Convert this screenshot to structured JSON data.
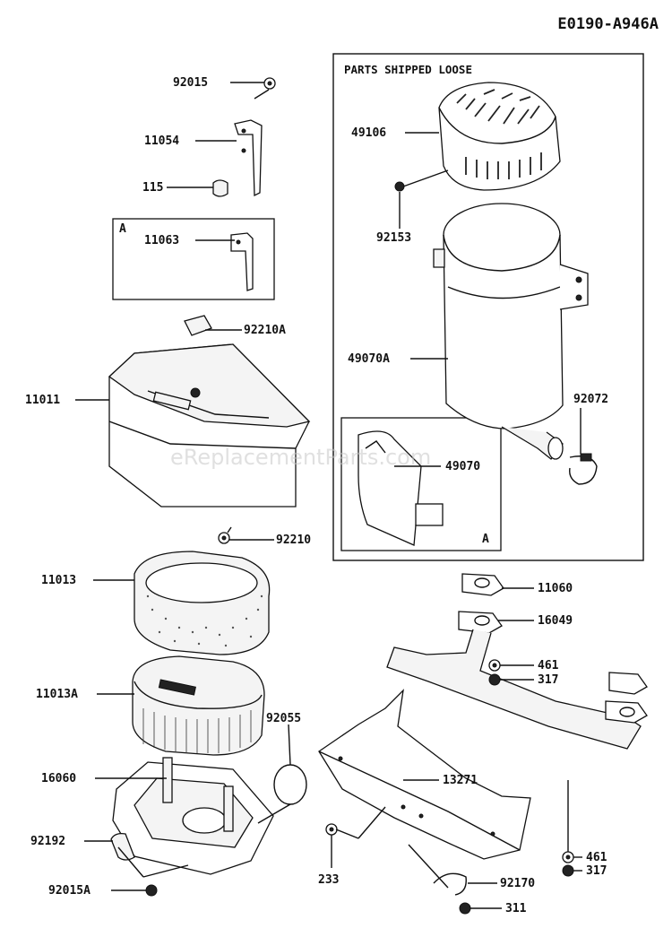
{
  "header": {
    "diagram_code": "E0190-A946A"
  },
  "watermark": "eReplacementParts.com",
  "loose_box": {
    "title": "PARTS SHIPPED LOOSE"
  },
  "callouts": [
    {
      "id": "c-92015",
      "text": "92015"
    },
    {
      "id": "c-11054",
      "text": "11054"
    },
    {
      "id": "c-115",
      "text": "115"
    },
    {
      "id": "c-11063",
      "text": "11063"
    },
    {
      "id": "c-box-a-1",
      "text": "A"
    },
    {
      "id": "c-92210A",
      "text": "92210A"
    },
    {
      "id": "c-11011",
      "text": "11011"
    },
    {
      "id": "c-92210",
      "text": "92210"
    },
    {
      "id": "c-11013",
      "text": "11013"
    },
    {
      "id": "c-11013A",
      "text": "11013A"
    },
    {
      "id": "c-92055",
      "text": "92055"
    },
    {
      "id": "c-16060",
      "text": "16060"
    },
    {
      "id": "c-92192",
      "text": "92192"
    },
    {
      "id": "c-92015A",
      "text": "92015A"
    },
    {
      "id": "c-49106",
      "text": "49106"
    },
    {
      "id": "c-92153",
      "text": "92153"
    },
    {
      "id": "c-49070A",
      "text": "49070A"
    },
    {
      "id": "c-92072",
      "text": "92072"
    },
    {
      "id": "c-49070",
      "text": "49070"
    },
    {
      "id": "c-box-a-2",
      "text": "A"
    },
    {
      "id": "c-11060",
      "text": "11060"
    },
    {
      "id": "c-16049",
      "text": "16049"
    },
    {
      "id": "c-461a",
      "text": "461"
    },
    {
      "id": "c-317a",
      "text": "317"
    },
    {
      "id": "c-13271",
      "text": "13271"
    },
    {
      "id": "c-233",
      "text": "233"
    },
    {
      "id": "c-461b",
      "text": "461"
    },
    {
      "id": "c-317b",
      "text": "317"
    },
    {
      "id": "c-92170",
      "text": "92170"
    },
    {
      "id": "c-311",
      "text": "311"
    }
  ]
}
